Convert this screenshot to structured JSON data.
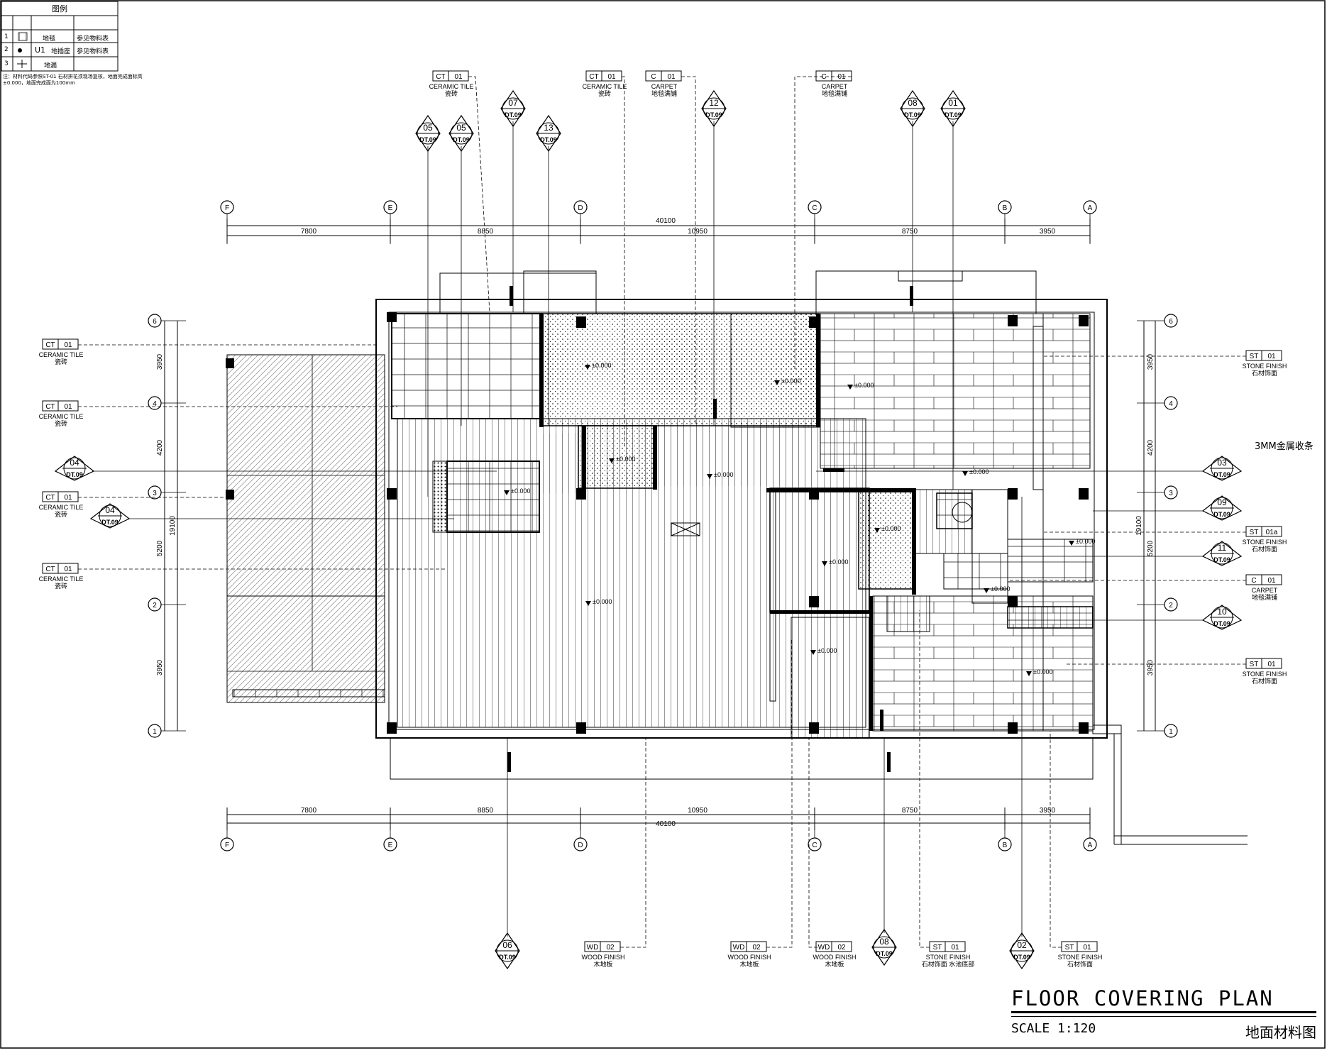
{
  "title": {
    "main": "FLOOR COVERING PLAN",
    "scale": "SCALE 1:120",
    "cn": "地面材料图"
  },
  "legend": {
    "header": "图例",
    "rows": [
      {
        "no": "1",
        "code": "",
        "name": "地毯",
        "note": "参见物料表"
      },
      {
        "no": "2",
        "code": "U1",
        "name": "地插座",
        "note": "参见物料表"
      },
      {
        "no": "3",
        "code": "",
        "name": "地漏",
        "note": ""
      }
    ],
    "note": "注：材料代码参照ST-01 石材拼花须现场复核，地面完成面标高±0.000，地面完成面为100mm"
  },
  "grid": {
    "columns": [
      "F",
      "E",
      "D",
      "C",
      "B",
      "A"
    ],
    "rows": [
      "6",
      "4",
      "3",
      "2",
      "1"
    ],
    "top_dims": [
      "7800",
      "8850",
      "10950",
      "8750",
      "3950"
    ],
    "total": "40100",
    "side_dims_left": [
      "3950",
      "4200",
      "5200",
      "3950"
    ],
    "side_total_left": "19100",
    "side_dims_right": [
      "3950",
      "4200",
      "5200",
      "3950"
    ],
    "side_total_right": "19100"
  },
  "material_tags": {
    "ceramic": {
      "code": "CT",
      "no": "01",
      "en": "CERAMIC TILE",
      "cn": "瓷砖"
    },
    "carpet": {
      "code": "C",
      "no": "01",
      "en": "CARPET",
      "cn": "地毯满铺"
    },
    "stone": {
      "code": "ST",
      "no": "01",
      "en": "STONE FINISH",
      "cn": "石材饰面"
    },
    "stone_a": {
      "code": "ST",
      "no": "01a",
      "en": "STONE FINISH",
      "cn": "石材饰面"
    },
    "wood": {
      "code": "WD",
      "no": "02",
      "en": "WOOD FINISH",
      "cn": "木地板"
    },
    "stone_bath": {
      "code": "ST",
      "no": "01",
      "en": "STONE FINISH",
      "cn": "石材饰面 水池底部"
    }
  },
  "callout_ref": "DT.09",
  "callouts_top": [
    "05",
    "05",
    "07",
    "13",
    "12",
    "08",
    "01"
  ],
  "callouts_left": [
    "04",
    "04"
  ],
  "callouts_right": [
    "03",
    "09",
    "11",
    "10"
  ],
  "callouts_bottom": [
    "06",
    "08",
    "02"
  ],
  "level": "±0.000",
  "note_3mm": "3MM金属收条"
}
